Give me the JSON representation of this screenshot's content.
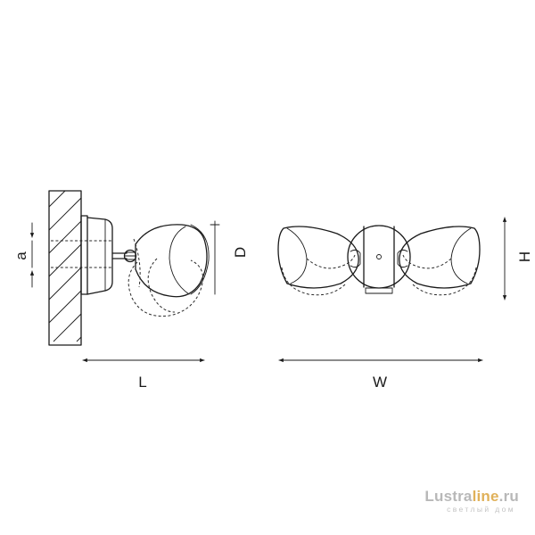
{
  "dimensions": {
    "a": "a",
    "L": "L",
    "D": "D",
    "W": "W",
    "H": "H"
  },
  "watermark": {
    "brand_main": "Lustra",
    "brand_accent": "line",
    "brand_tld": ".ru",
    "tagline": "светлый дом"
  },
  "colors": {
    "line": "#1a1a1a",
    "watermark_gray": "#b8b8b8",
    "watermark_accent": "#e0b15a"
  }
}
